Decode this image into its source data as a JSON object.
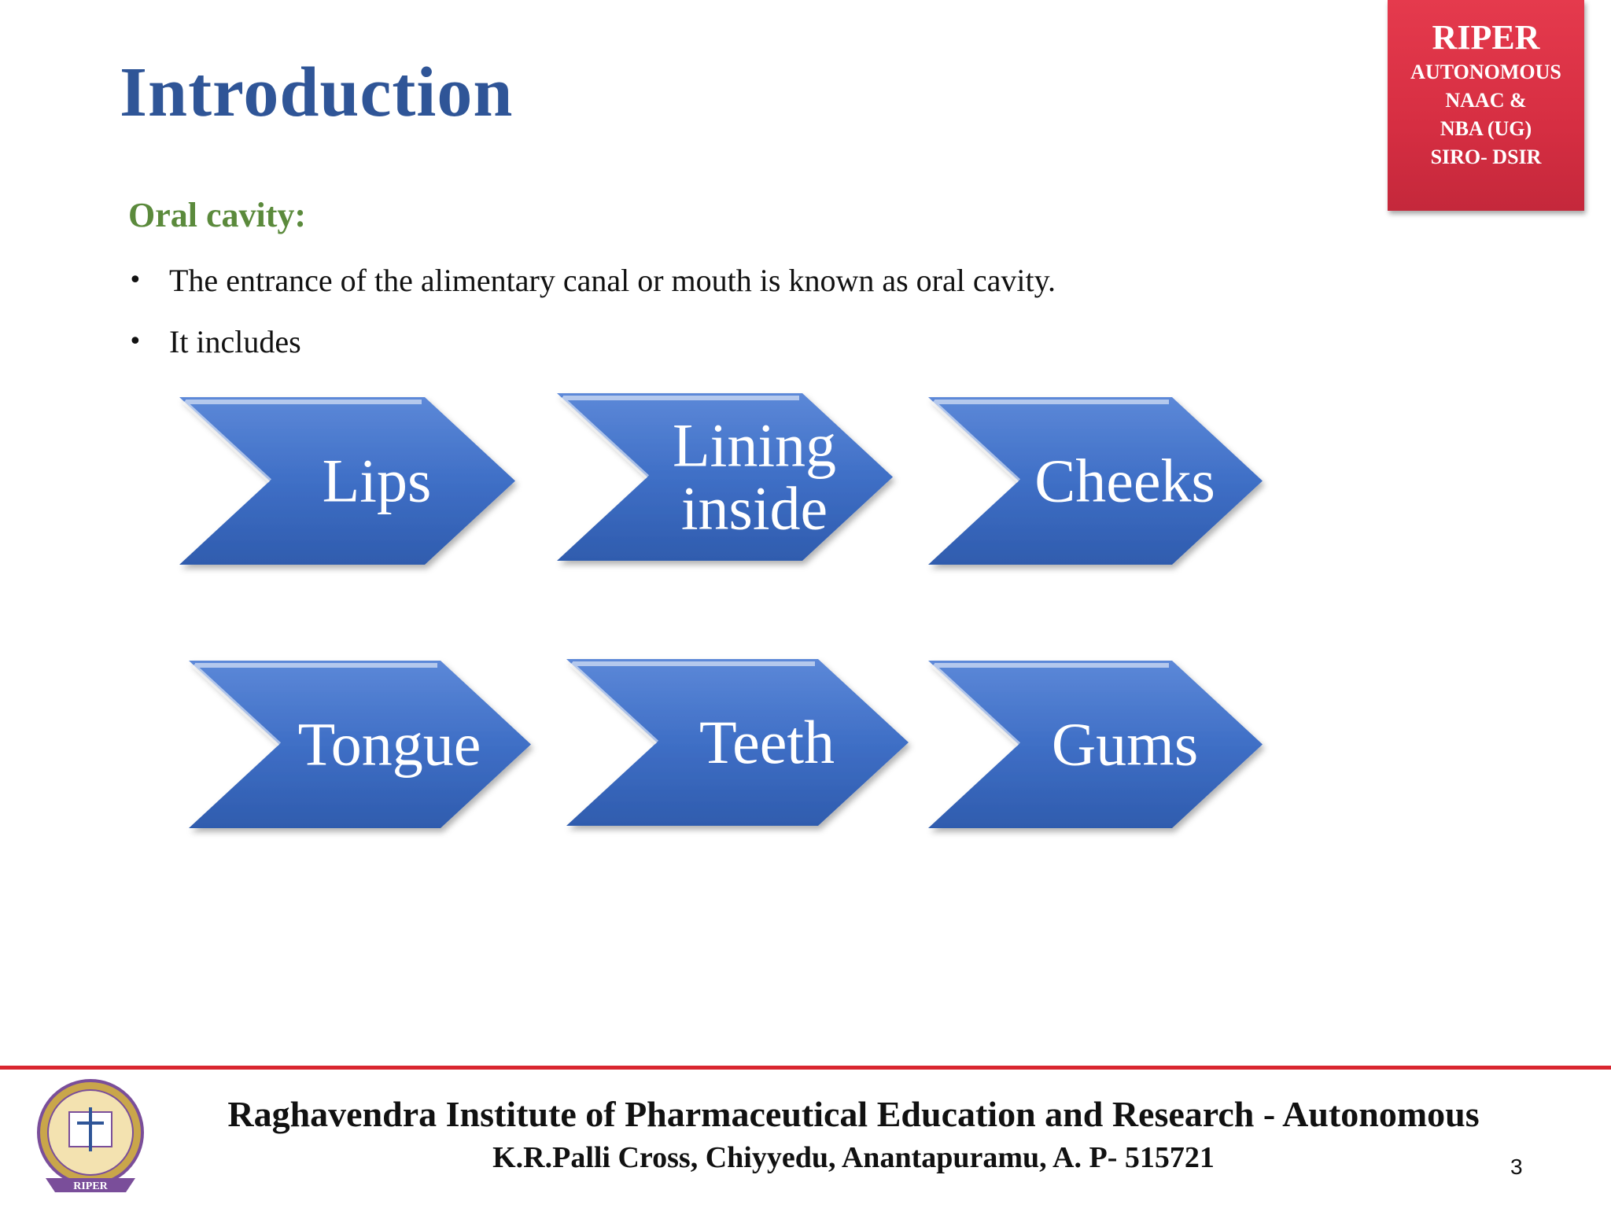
{
  "slide": {
    "title": "Introduction",
    "subtitle": "Oral cavity:",
    "bullets": [
      "The entrance of the alimentary canal or mouth is known as oral cavity.",
      "It includes"
    ],
    "bullet_glyph": "•"
  },
  "badge": {
    "line1": "RIPER",
    "line2": "AUTONOMOUS",
    "line3": "NAAC &",
    "line4": "NBA (UG)",
    "line5": "SIRO- DSIR",
    "color": "#d9303f"
  },
  "chevrons": [
    {
      "lines": [
        "Lips"
      ]
    },
    {
      "lines": [
        "Lining",
        "inside"
      ]
    },
    {
      "lines": [
        "Cheeks"
      ]
    },
    {
      "lines": [
        "Tongue"
      ]
    },
    {
      "lines": [
        "Teeth"
      ]
    },
    {
      "lines": [
        "Gums"
      ]
    }
  ],
  "chevron_color": "#3f6fc6",
  "footer": {
    "institute": "Raghavendra Institute of Pharmaceutical Education and Research - Autonomous",
    "address": "K.R.Palli Cross, Chiyyedu, Anantapuramu, A. P- 515721",
    "page_number": "3",
    "rule_color": "#d9262f",
    "logo_text": "RIPER"
  }
}
